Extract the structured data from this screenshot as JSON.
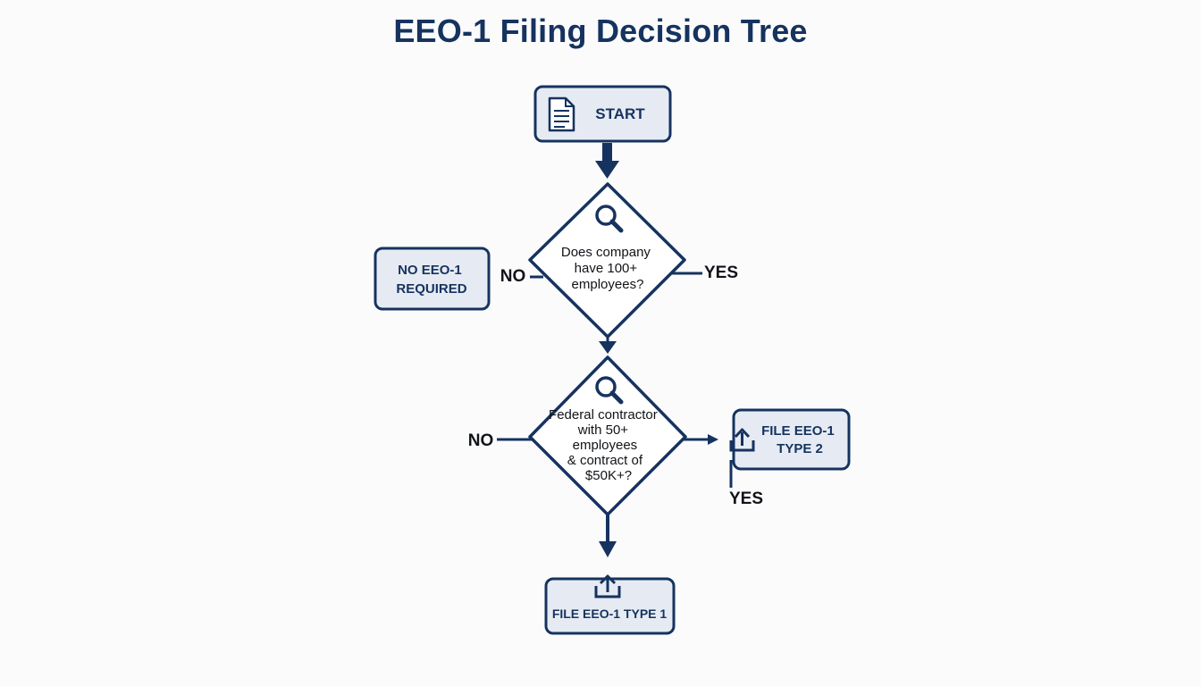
{
  "title": "EEO-1 Filing Decision Tree",
  "colors": {
    "stroke": "#16335f",
    "box_fill": "#e6ebf3",
    "diamond_fill": "#ffffff",
    "text": "#111418"
  },
  "nodes": {
    "start": {
      "label": "START",
      "icon": "document-icon"
    },
    "decision1": {
      "lines": [
        "Does company",
        "have 100+",
        "employees?"
      ],
      "icon": "magnifier-icon"
    },
    "no_required": {
      "lines": [
        "NO EEO-1",
        "REQUIRED"
      ]
    },
    "decision2": {
      "lines": [
        "Federal contractor",
        "with 50+",
        "employees",
        "& contract of",
        "$50K+?"
      ],
      "icon": "magnifier-icon"
    },
    "type2": {
      "lines": [
        "FILE EEO-1",
        "TYPE 2"
      ],
      "icon": "upload-icon"
    },
    "type1": {
      "label": "FILE EEO-1 TYPE 1",
      "icon": "upload-icon"
    }
  },
  "edge_labels": {
    "d1_no": "NO",
    "d1_yes": "YES",
    "d2_no": "NO",
    "d2_yes": "YES"
  }
}
